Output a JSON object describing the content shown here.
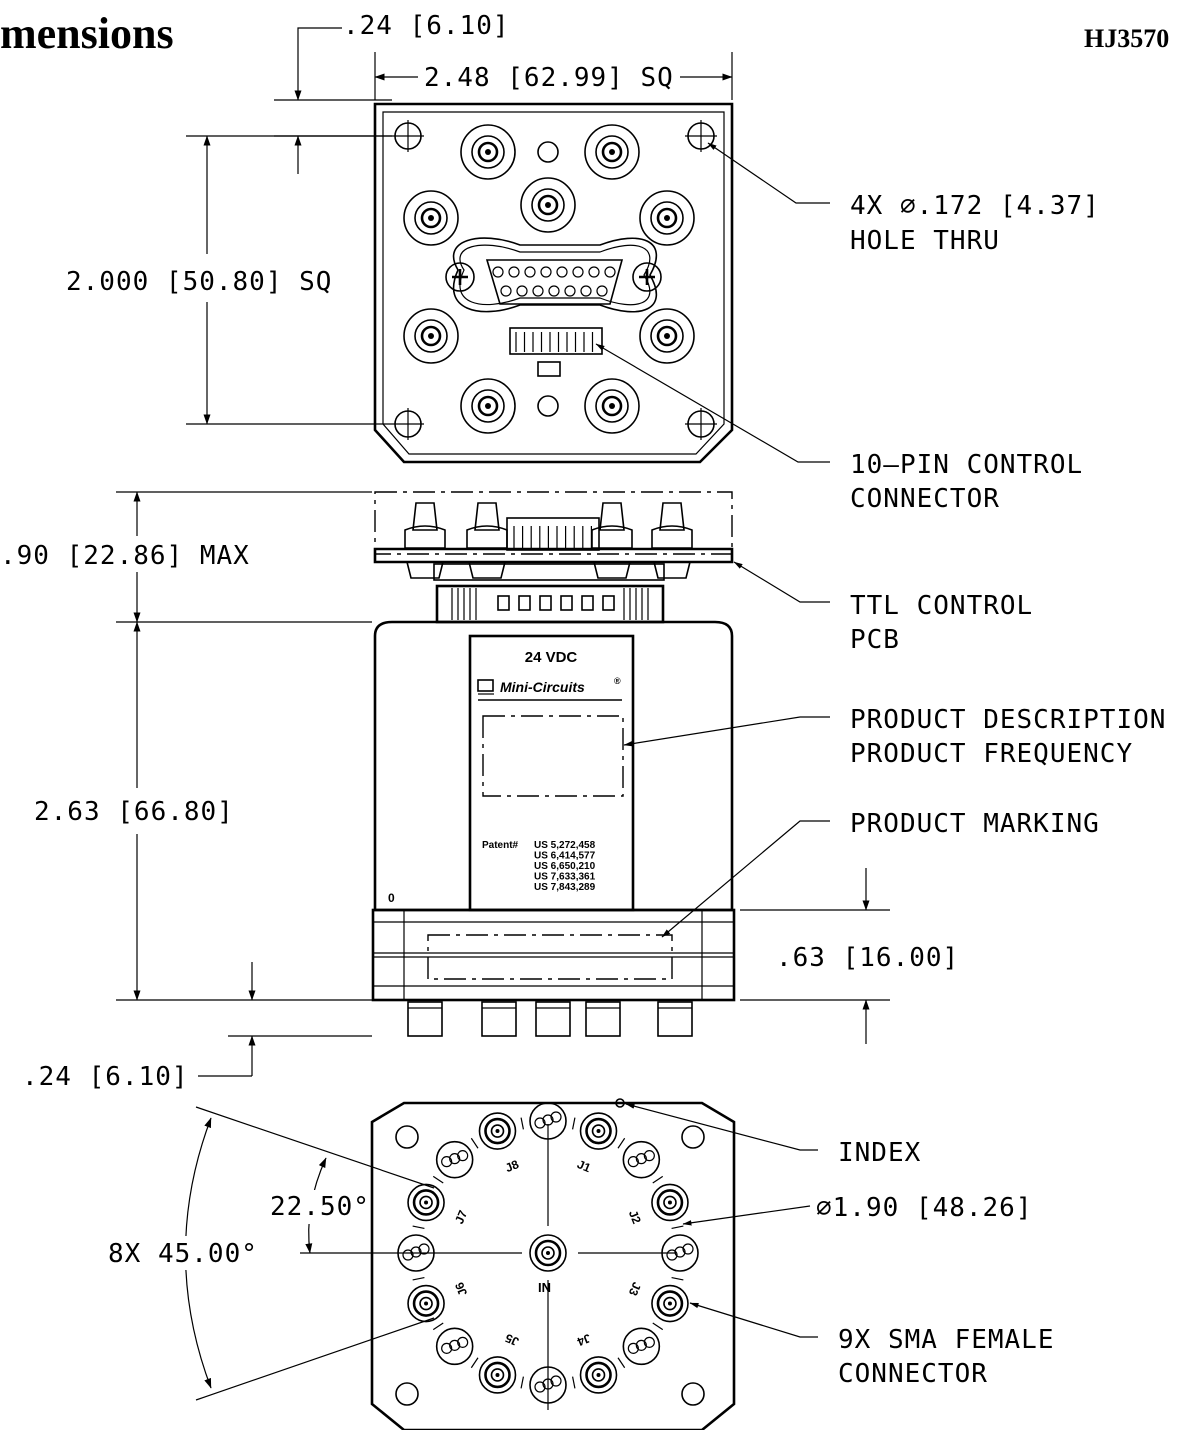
{
  "header": {
    "title": "mensions",
    "part_number": "HJ3570"
  },
  "dimensions": {
    "flange_offset_top": ".24 [6.10]",
    "overall_square": "2.48 [62.99] SQ",
    "hole_spacing_square": "2.000 [50.80] SQ",
    "pcb_height_max": ".90 [22.86] MAX",
    "body_height": "2.63 [66.80]",
    "base_height": ".63 [16.00]",
    "connector_protrusion": ".24 [6.10]",
    "connector_angle_offset": "22.50°",
    "connector_angle_pitch": "8X 45.00°"
  },
  "callouts": {
    "mounting_holes": [
      "4X ∅.172 [4.37]",
      "HOLE THRU"
    ],
    "control_connector": [
      "10—PIN CONTROL",
      "CONNECTOR"
    ],
    "ttl_pcb": [
      "TTL CONTROL",
      "PCB"
    ],
    "product_description": [
      "PRODUCT DESCRIPTION",
      "PRODUCT FREQUENCY"
    ],
    "product_marking": "PRODUCT MARKING",
    "index": "INDEX",
    "bolt_circle": "∅1.90 [48.26]",
    "sma_connectors": [
      "9X SMA FEMALE",
      "CONNECTOR"
    ]
  },
  "label": {
    "voltage": "24 VDC",
    "brand": "Mini-Circuits",
    "patent_heading": "Patent#",
    "patents": [
      "US 5,272,458",
      "US 6,414,577",
      "US 6,650,210",
      "US 7,633,361",
      "US 7,843,289"
    ],
    "side_mark": "0"
  },
  "ports": {
    "common": "IN",
    "outputs": [
      "J1",
      "J2",
      "J3",
      "J4",
      "J5",
      "J6",
      "J7",
      "J8"
    ]
  }
}
